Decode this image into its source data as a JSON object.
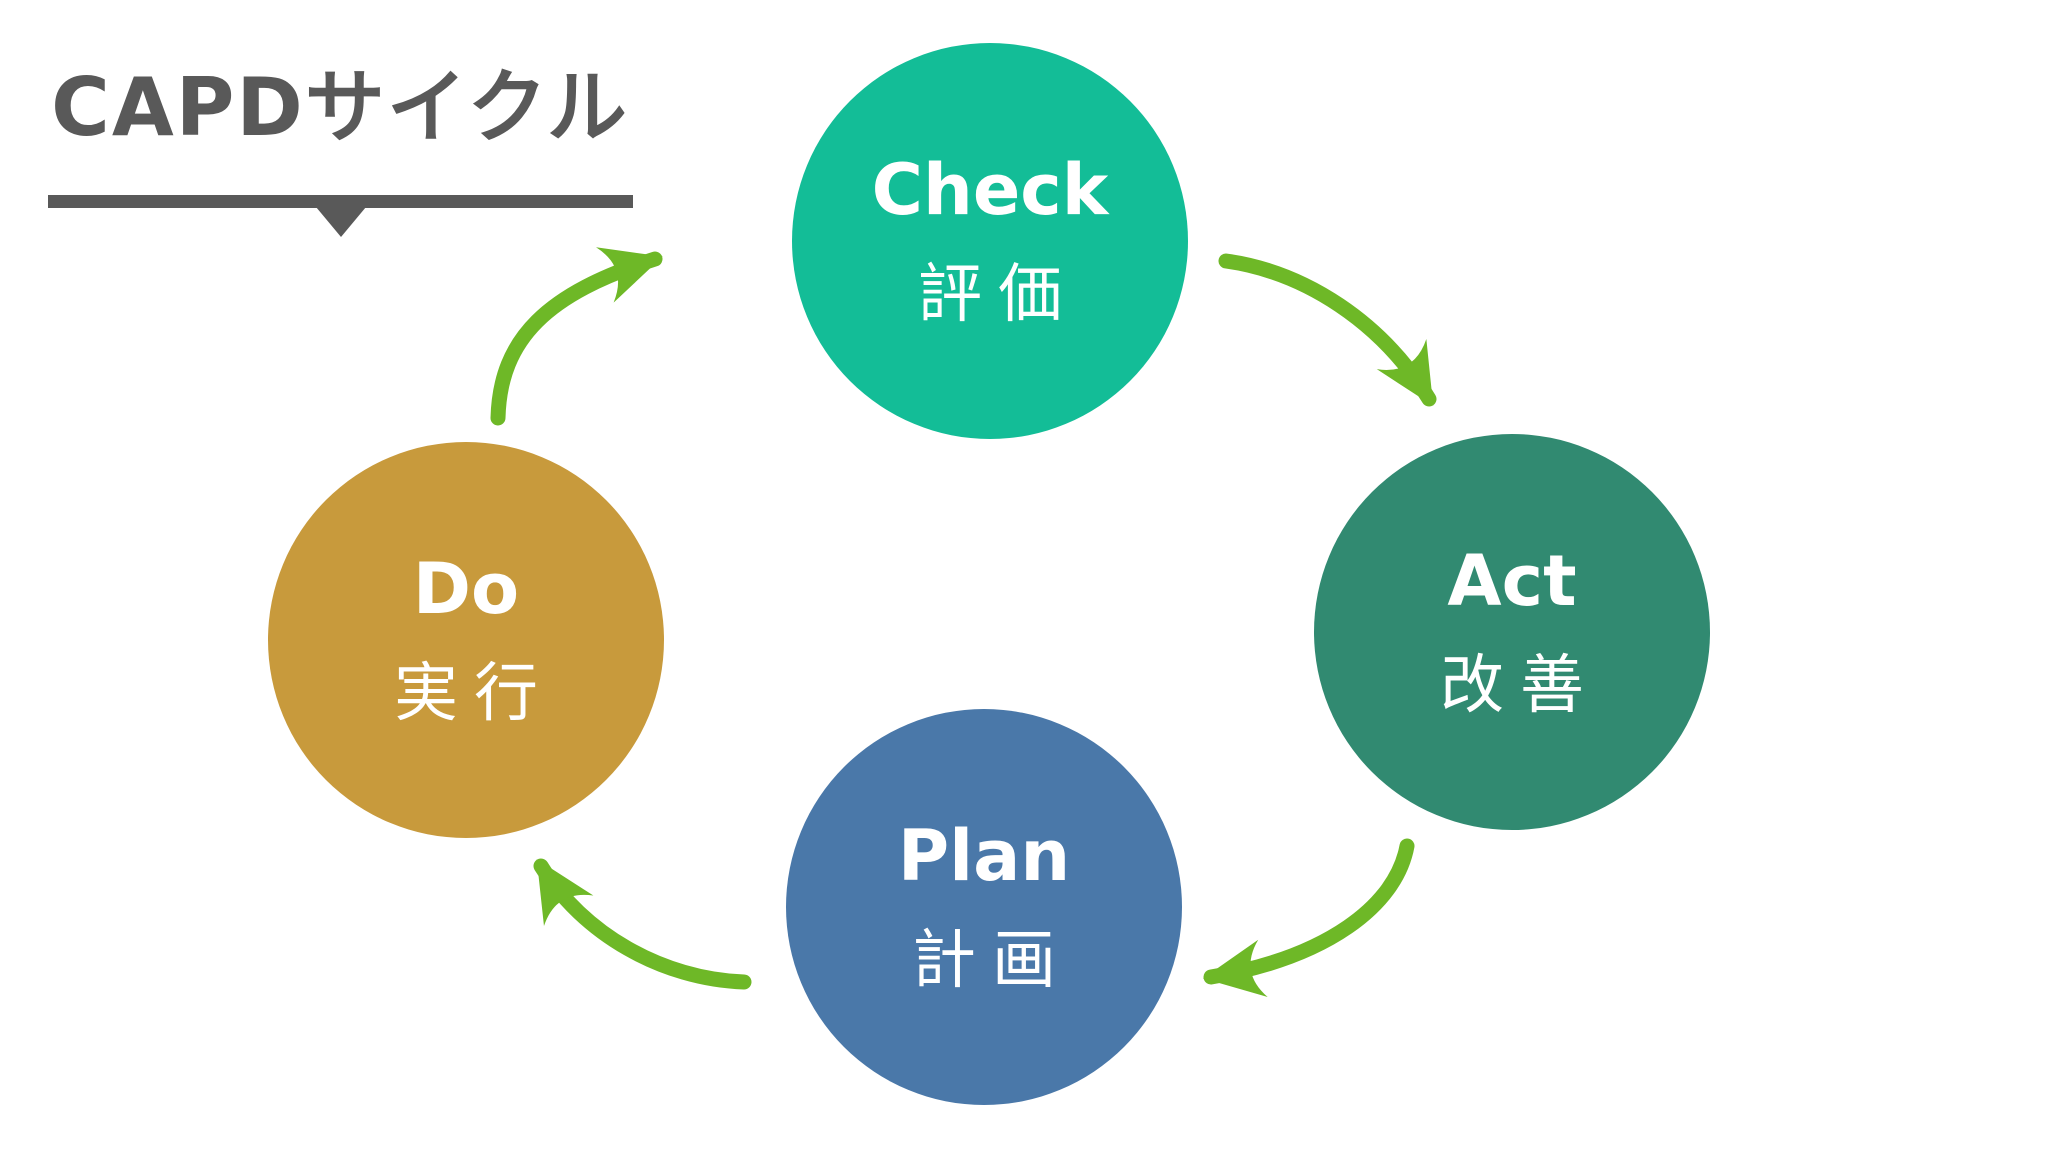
{
  "background_color": "#ffffff",
  "title": {
    "text": "CAPDサイクル",
    "color": "#595959"
  },
  "cycle": {
    "arrow_color": "#6eb827",
    "node_text_color": "#ffffff",
    "nodes": [
      {
        "id": "check",
        "label_en": "Check",
        "label_ja": "評価",
        "color": "#13bd97",
        "position": "top"
      },
      {
        "id": "act",
        "label_en": "Act",
        "label_ja": "改善",
        "color": "#318a71",
        "position": "right"
      },
      {
        "id": "plan",
        "label_en": "Plan",
        "label_ja": "計画",
        "color": "#4a78a9",
        "position": "bottom"
      },
      {
        "id": "do",
        "label_en": "Do",
        "label_ja": "実行",
        "color": "#c89a3c",
        "position": "left"
      }
    ],
    "arrows": [
      {
        "from": "check",
        "to": "act"
      },
      {
        "from": "act",
        "to": "plan"
      },
      {
        "from": "plan",
        "to": "do"
      },
      {
        "from": "do",
        "to": "check"
      }
    ]
  }
}
